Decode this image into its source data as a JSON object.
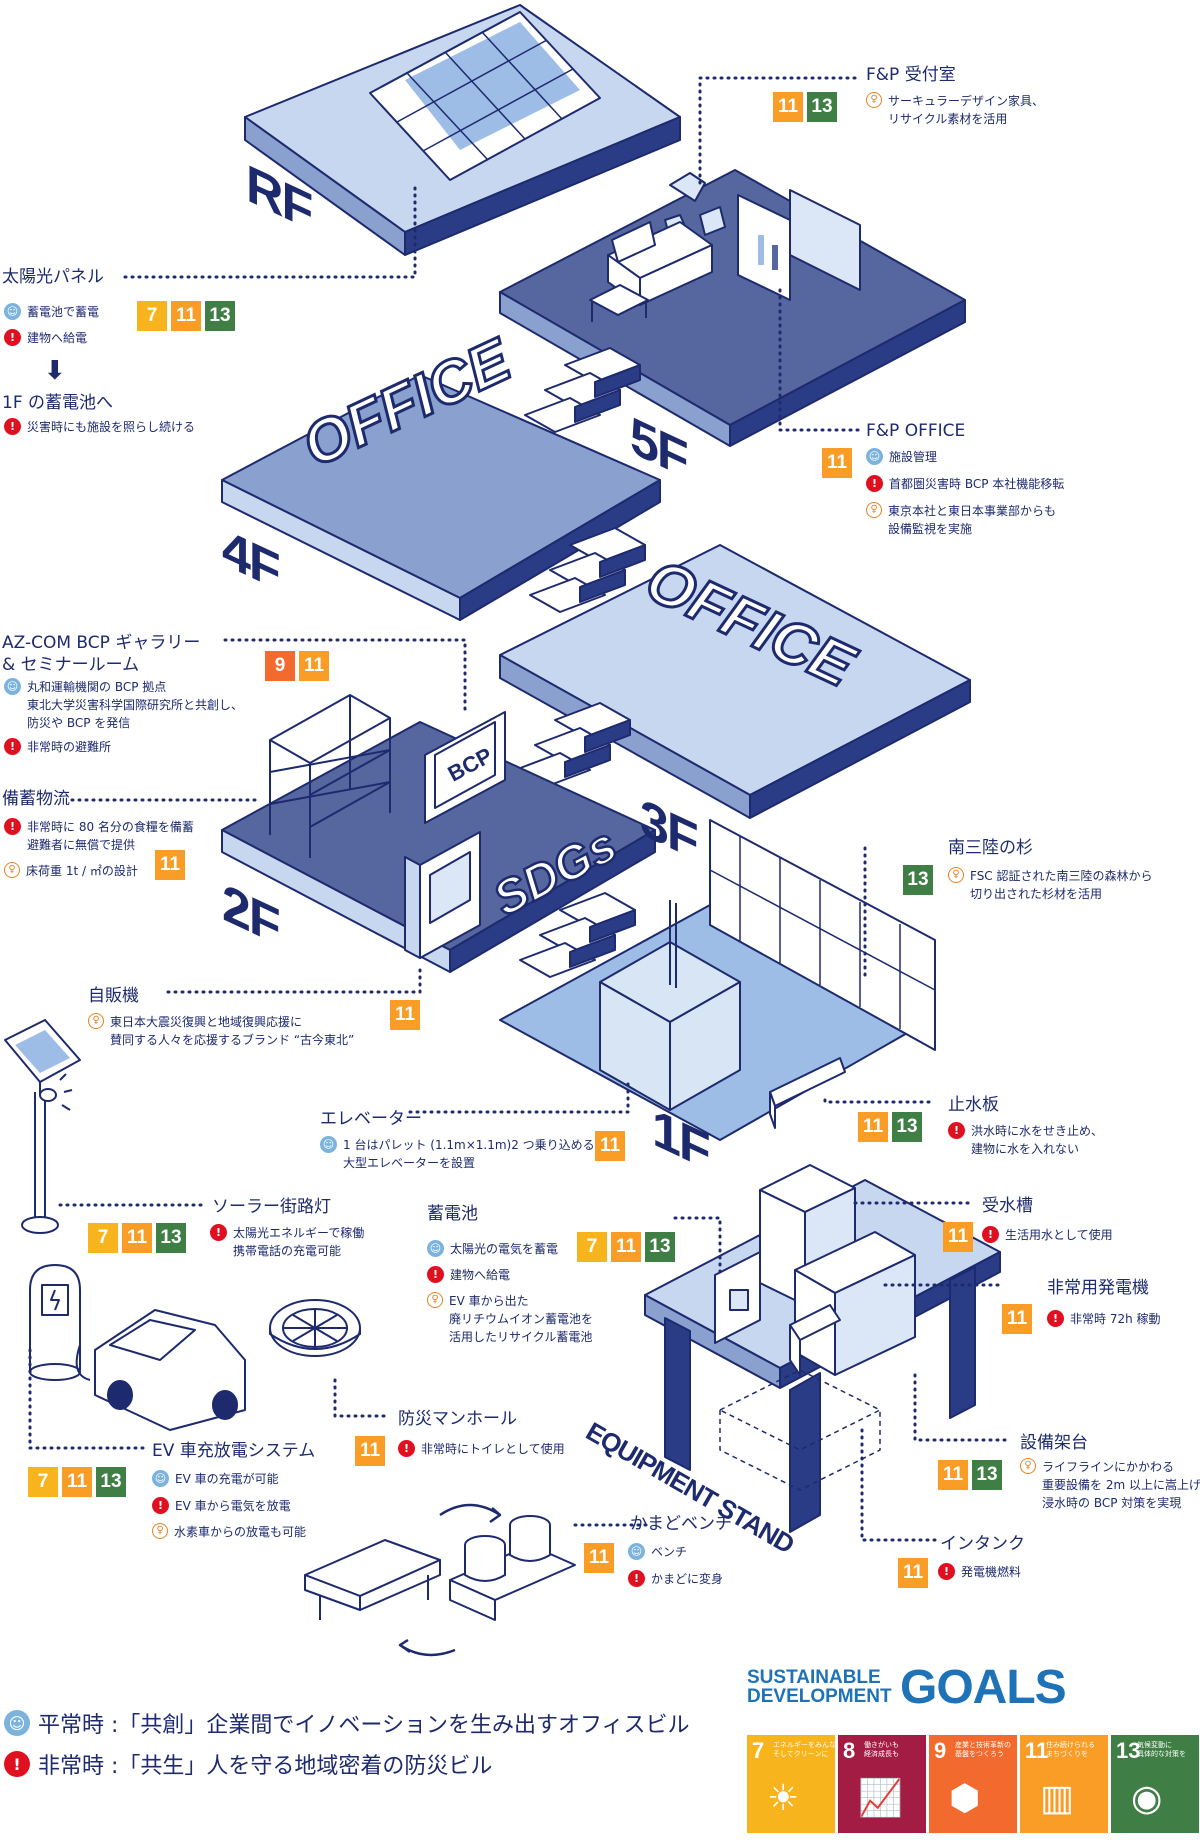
{
  "floors": {
    "rf": "RF",
    "f5": "5F",
    "f4": "4F",
    "f3": "3F",
    "f2": "2F",
    "f1": "1F"
  },
  "signs": {
    "office4": "OFFICE",
    "office3": "OFFICE",
    "bcp": "BCP",
    "sdgs": "SDGs",
    "equipment": "EQUIPMENT STAND"
  },
  "callouts": {
    "fp_reception": {
      "title": "F&P 受付室",
      "badges": [
        "11",
        "13"
      ],
      "notes": [
        {
          "icon": "bulb",
          "text": "サーキュラーデザイン家具、\nリサイクル素材を活用"
        }
      ]
    },
    "solar_panel": {
      "title": "太陽光パネル",
      "badges": [
        "7",
        "11",
        "13"
      ],
      "notes": [
        {
          "icon": "smile",
          "text": "蓄電池で蓄電"
        },
        {
          "icon": "alert",
          "text": "建物へ給電"
        }
      ],
      "sub_title": "1F の蓄電池へ",
      "sub_notes": [
        {
          "icon": "alert",
          "text": "災害時にも施設を照らし続ける"
        }
      ]
    },
    "fp_office": {
      "title": "F&P OFFICE",
      "badges": [
        "11"
      ],
      "notes": [
        {
          "icon": "smile",
          "text": "施設管理"
        },
        {
          "icon": "alert",
          "text": "首都圏災害時 BCP 本社機能移転"
        },
        {
          "icon": "bulb",
          "text": "東京本社と東日本事業部からも\n設備監視を実施"
        }
      ]
    },
    "azcom": {
      "title": "AZ-COM BCP ギャラリー\n& セミナールーム",
      "badges": [
        "9",
        "11"
      ],
      "notes": [
        {
          "icon": "smile",
          "text": "丸和運輸機関の BCP 拠点\n東北大学災害科学国際研究所と共創し、\n防災や BCP を発信"
        },
        {
          "icon": "alert",
          "text": "非常時の避難所"
        }
      ]
    },
    "stockpile": {
      "title": "備蓄物流",
      "badges": [
        "11"
      ],
      "notes": [
        {
          "icon": "alert",
          "text": "非常時に 80 名分の食糧を備蓄\n避難者に無償で提供"
        },
        {
          "icon": "bulb",
          "text": "床荷重 1t / ㎡の設計"
        }
      ]
    },
    "minamisanriku": {
      "title": "南三陸の杉",
      "badges": [
        "13"
      ],
      "notes": [
        {
          "icon": "bulb",
          "text": "FSC 認証された南三陸の森林から\n切り出された杉材を活用"
        }
      ]
    },
    "vending": {
      "title": "自販機",
      "badges": [
        "11"
      ],
      "notes": [
        {
          "icon": "bulb",
          "text": "東日本大震災復興と地域復興応援に\n賛同する人々を応援するブランド “古今東北”"
        }
      ]
    },
    "elevator": {
      "title": "エレベーター",
      "badges": [
        "11"
      ],
      "notes": [
        {
          "icon": "smile",
          "text": "1 台はパレット (1.1m×1.1m)2 つ乗り込める\n大型エレベーターを設置"
        }
      ]
    },
    "floodboard": {
      "title": "止水板",
      "badges": [
        "11",
        "13"
      ],
      "notes": [
        {
          "icon": "alert",
          "text": "洪水時に水をせき止め、\n建物に水を入れない"
        }
      ]
    },
    "solar_light": {
      "title": "ソーラー街路灯",
      "badges": [
        "7",
        "11",
        "13"
      ],
      "notes": [
        {
          "icon": "alert",
          "text": "太陽光エネルギーで稼働\n携帯電話の充電可能"
        }
      ]
    },
    "battery": {
      "title": "蓄電池",
      "badges": [
        "7",
        "11",
        "13"
      ],
      "notes": [
        {
          "icon": "smile",
          "text": "太陽光の電気を蓄電"
        },
        {
          "icon": "alert",
          "text": "建物へ給電"
        },
        {
          "icon": "bulb",
          "text": "EV 車から出た\n廃リチウムイオン蓄電池を\n活用したリサイクル蓄電池"
        }
      ]
    },
    "water_tank": {
      "title": "受水槽",
      "badges": [
        "11"
      ],
      "notes": [
        {
          "icon": "alert",
          "text": "生活用水として使用"
        }
      ]
    },
    "generator": {
      "title": "非常用発電機",
      "badges": [
        "11"
      ],
      "notes": [
        {
          "icon": "alert",
          "text": "非常時 72h 稼動"
        }
      ]
    },
    "manhole": {
      "title": "防災マンホール",
      "badges": [
        "11"
      ],
      "notes": [
        {
          "icon": "alert",
          "text": "非常時にトイレとして使用"
        }
      ]
    },
    "ev": {
      "title": "EV 車充放電システム",
      "badges": [
        "7",
        "11",
        "13"
      ],
      "notes": [
        {
          "icon": "smile",
          "text": "EV 車の充電が可能"
        },
        {
          "icon": "alert",
          "text": "EV 車から電気を放電"
        },
        {
          "icon": "bulb",
          "text": "水素車からの放電も可能"
        }
      ]
    },
    "stand": {
      "title": "設備架台",
      "badges": [
        "11",
        "13"
      ],
      "notes": [
        {
          "icon": "bulb",
          "text": "ライフラインにかかわる\n重要設備を 2m 以上に嵩上げ\n浸水時の BCP 対策を実現"
        }
      ]
    },
    "kamado": {
      "title": "かまどベンチ",
      "badges": [
        "11"
      ],
      "notes": [
        {
          "icon": "smile",
          "text": "ベンチ"
        },
        {
          "icon": "alert",
          "text": "かまどに変身"
        }
      ]
    },
    "intank": {
      "title": "インタンク",
      "badges": [
        "11"
      ],
      "notes": [
        {
          "icon": "alert",
          "text": "発電機燃料"
        }
      ]
    }
  },
  "legend": {
    "normal": "平常時 :「共創」企業間でイノベーションを生み出すオフィスビル",
    "emergency": "非常時 :「共生」人を守る地域密着の防災ビル"
  },
  "sdgs": {
    "title_line1": "SUSTAINABLE",
    "title_line2": "DEVELOPMENT",
    "goals": "GOALS",
    "tiles": [
      {
        "num": "7",
        "text": "エネルギーをみんなに\nそしてクリーンに",
        "color": "#f7b41d",
        "icon": "sun-icon"
      },
      {
        "num": "8",
        "text": "働きがいも\n経済成長も",
        "color": "#a21c44",
        "icon": "growth-chart-icon"
      },
      {
        "num": "9",
        "text": "産業と技術革新の\n基盤をつくろう",
        "color": "#f26a2d",
        "icon": "cubes-icon"
      },
      {
        "num": "11",
        "text": "住み続けられる\nまちづくりを",
        "color": "#f99d26",
        "icon": "buildings-icon"
      },
      {
        "num": "13",
        "text": "気候変動に\n具体的な対策を",
        "color": "#3f7e44",
        "icon": "eye-globe-icon"
      }
    ]
  }
}
